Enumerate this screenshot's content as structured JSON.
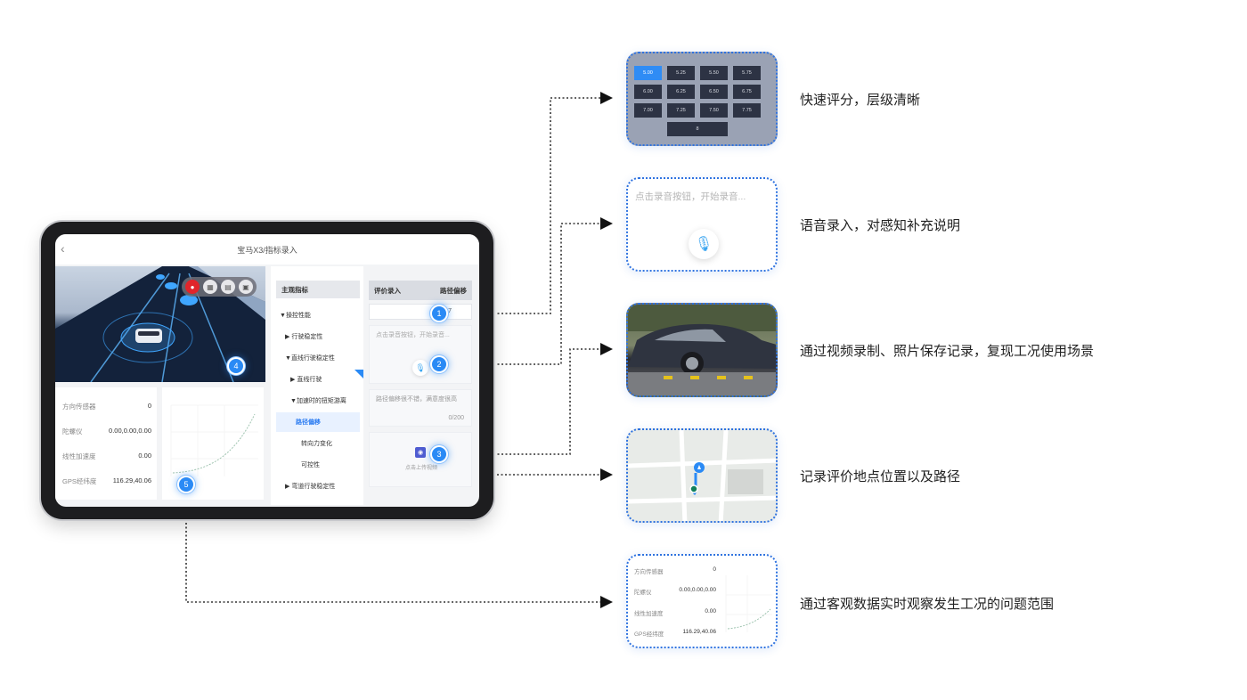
{
  "app": {
    "title": "宝马X3/指标录入"
  },
  "sensors": [
    {
      "label": "方向传感器",
      "value": "0"
    },
    {
      "label": "陀螺仪",
      "value": "0.00,0.00,0.00"
    },
    {
      "label": "线性加速度",
      "value": "0.00"
    },
    {
      "label": "GPS经纬度",
      "value": "116.29,40.06"
    }
  ],
  "tree": {
    "header": "主观指标",
    "items": [
      {
        "label": "操控性能",
        "arrow": "▼"
      },
      {
        "label": "行驶稳定性",
        "arrow": "▶"
      },
      {
        "label": "直线行驶稳定性",
        "arrow": "▼"
      },
      {
        "label": "直线行驶",
        "arrow": "▶"
      },
      {
        "label": "加速时的扭矩游离",
        "arrow": "▼"
      },
      {
        "label": "路径偏移",
        "arrow": ""
      },
      {
        "label": "转向力变化",
        "arrow": ""
      },
      {
        "label": "可控性",
        "arrow": ""
      },
      {
        "label": "弯道行驶稳定性",
        "arrow": "▶"
      }
    ]
  },
  "eval": {
    "header_left": "评价录入",
    "header_right": "路径偏移",
    "score": "7",
    "voice_placeholder": "点击录音按钮，开始录音...",
    "note_text": "路径偏移很不错，满意度很高",
    "note_count": "0/200",
    "upload_label": "点击上传视频"
  },
  "badges": [
    "1",
    "2",
    "3",
    "4",
    "5"
  ],
  "score_options": [
    "5.00",
    "5.25",
    "5.50",
    "5.75",
    "6.00",
    "6.25",
    "6.50",
    "6.75",
    "7.00",
    "7.25",
    "7.50",
    "7.75",
    "8"
  ],
  "score_selected": "5.00",
  "callouts": [
    "快速评分，层级清晰",
    "语音录入，对感知补充说明",
    "通过视频录制、照片保存记录，复现工况使用场景",
    "记录评价地点位置以及路径",
    "通过客观数据实时观察发生工况的问题范围"
  ],
  "voice_card": {
    "placeholder": "点击录音按钮，开始录音..."
  },
  "colors": {
    "accent": "#2a8af5",
    "dotted_line": "#333333",
    "card_border": "#2f73e0"
  }
}
